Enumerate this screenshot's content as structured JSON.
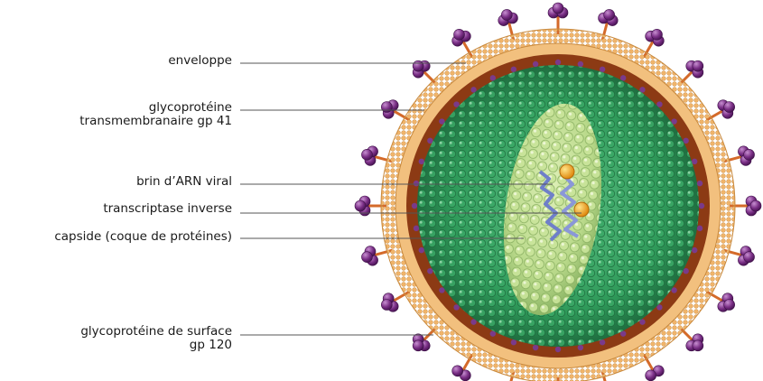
{
  "labels": {
    "enveloppe": "enveloppe",
    "gp41_line1": "glycoprotéine",
    "gp41_line2": "transmembranaire gp 41",
    "arn": "brin d’ARN viral",
    "transcriptase": "transcriptase inverse",
    "capside": "capside (coque de protéines)",
    "gp120_line1": "glycoprotéine de surface",
    "gp120_line2": "gp 120"
  },
  "colors": {
    "envelope_outer": "#e8a860",
    "envelope_band": "#8c3a14",
    "membrane_dots": "#7a3a8a",
    "matrix_green": "#2f9a5a",
    "matrix_highlight": "#7fd39a",
    "capsid_core": "#b9d98a",
    "spike_stalk": "#d46a2a",
    "spike_head": "#7a2f86",
    "rna": "#6f7fc9",
    "enzyme": "#f0a020",
    "leader_line": "#555555"
  }
}
